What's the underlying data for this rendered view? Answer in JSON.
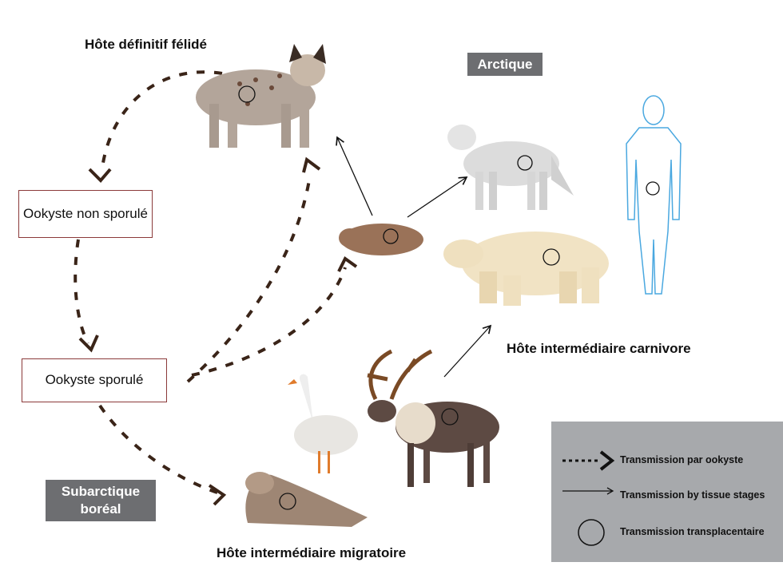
{
  "labels": {
    "definitive_host": "Hôte définitif félidé",
    "carnivore_host": "Hôte intermédiaire carnivore",
    "migratory_host": "Hôte intermédiaire migratoire"
  },
  "regions": {
    "arctic": "Arctique",
    "subarctic": "Subarctique boréal"
  },
  "stages": {
    "unsporulated": "Ookyste non sporulé",
    "sporulated": "Ookyste sporulé"
  },
  "legend": {
    "oocyst": "Transmission par ookyste",
    "tissue": "Transmission by tissue stages",
    "transplacental": "Transmission transplacentaire"
  },
  "colors": {
    "dashed_arrow": "#3a2418",
    "box_border": "#8b3a3a",
    "region_bg": "#6d6e71",
    "legend_bg": "#a7a9ac",
    "human_outline": "#4aa8e0"
  }
}
